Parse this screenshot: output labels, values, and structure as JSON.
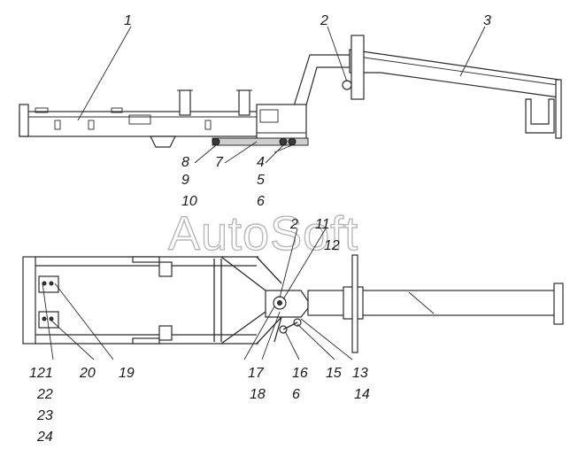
{
  "watermark": "AutoSoft",
  "callouts": {
    "c1": "1",
    "c2": "2",
    "c3": "3",
    "c8": "8",
    "c7": "7",
    "c4": "4",
    "c9": "9",
    "c5": "5",
    "c10": "10",
    "c6a": "6",
    "c2b": "2",
    "c11": "11",
    "c12": "12",
    "c1b": "1",
    "c21": "21",
    "c20": "20",
    "c19": "19",
    "c17": "17",
    "c16": "16",
    "c15": "15",
    "c13": "13",
    "c22": "22",
    "c18": "18",
    "c6b": "6",
    "c14": "14",
    "c23": "23",
    "c24": "24"
  }
}
